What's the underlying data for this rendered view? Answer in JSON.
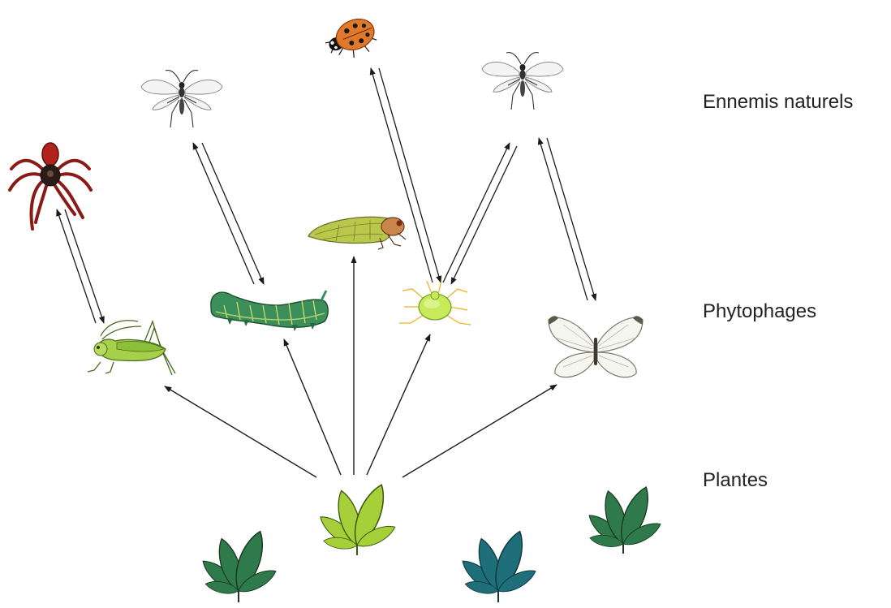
{
  "levels": {
    "enemies": "Ennemis naturels",
    "phytophages": "Phytophages",
    "plants": "Plantes"
  },
  "colors": {
    "arrow": "#1a1a1a",
    "plant_dark": "#2e7a4a",
    "plant_light": "#a7cf3a",
    "plant_teal": "#1f6f7a",
    "ladybug": "#e07a2a",
    "spider": "#b2221c",
    "caterpillar": "#3a8f5a",
    "aphid": "#c6ea5a",
    "butterfly": "#f5f5f0"
  },
  "organisms": {
    "enemies": [
      "spider-icon",
      "parasitoid-wasp-icon",
      "ladybug-icon",
      "parasitoid-wasp-icon"
    ],
    "phytophages": [
      "grasshopper-icon",
      "caterpillar-icon",
      "cicada-icon",
      "aphid-icon",
      "white-butterfly-icon"
    ],
    "plants": [
      "plant-icon",
      "plant-icon",
      "plant-icon",
      "plant-icon"
    ]
  }
}
